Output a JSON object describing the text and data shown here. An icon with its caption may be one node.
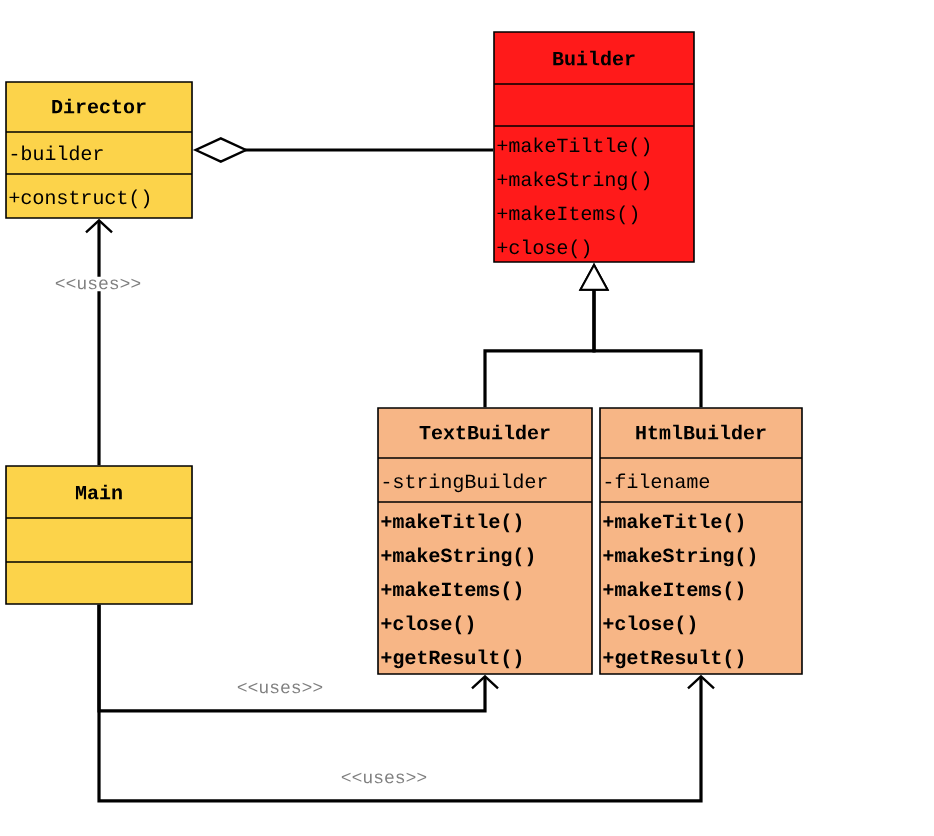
{
  "diagram": {
    "nodes": [
      {
        "text": [
          "Director",
          "-builder",
          "+construct()"
        ]
      },
      {
        "text": [
          "Builder",
          "+makeTiltle()",
          "+makeString()",
          "+makeItems()",
          "+close()"
        ]
      },
      {
        "text": [
          "TextBuilder",
          "-stringBuilder",
          "+makeTitle()",
          "+makeString()",
          "+makeItems()",
          "+close()",
          "+getResult()"
        ]
      },
      {
        "text": [
          "HtmlBuilder",
          "-filename",
          "+makeTitle()",
          "+makeString()",
          "+makeItems()",
          "+close()",
          "+getResult()"
        ]
      },
      {
        "text": [
          "Main"
        ]
      }
    ],
    "edges": [
      {
        "from": 0,
        "to": 1,
        "arrow": "other"
      },
      {
        "from": 2,
        "to": 1,
        "arrow": "to"
      },
      {
        "from": 3,
        "to": 1,
        "arrow": "to"
      },
      {
        "from": 4,
        "to": 0,
        "arrow": "to",
        "label": "<<uses>>"
      },
      {
        "from": 4,
        "to": 2,
        "arrow": "to",
        "label": "<<uses>>"
      },
      {
        "from": 4,
        "to": 3,
        "arrow": "to",
        "label": "<<uses>>"
      }
    ]
  }
}
